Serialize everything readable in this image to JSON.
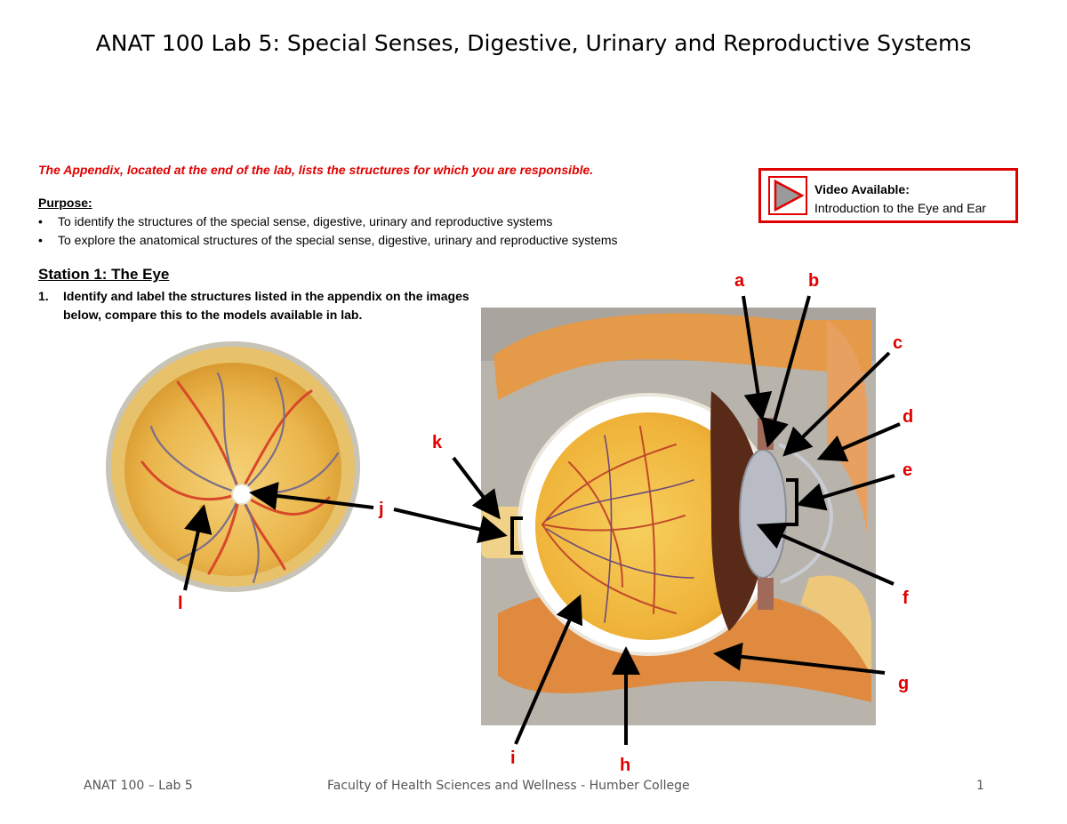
{
  "page": {
    "title": "ANAT 100 Lab 5: Special Senses, Digestive, Urinary and Reproductive Systems",
    "appendix_note": "The Appendix, located at the end of the lab, lists the structures for which you are responsible.",
    "purpose": {
      "heading": "Purpose:",
      "items": [
        "To identify the structures of the special sense, digestive, urinary and reproductive systems",
        "To explore the anatomical structures of the special sense, digestive, urinary and reproductive systems"
      ]
    },
    "video": {
      "heading": "Video Available:",
      "text": "Introduction to the Eye and Ear",
      "icon": "play-icon"
    },
    "station": {
      "title": "Station 1: The Eye",
      "instruction_number": "1.",
      "instruction": "Identify and label the structures listed in the appendix on the images below, compare this to the models available in lab."
    },
    "labels": {
      "a": "a",
      "b": "b",
      "c": "c",
      "d": "d",
      "e": "e",
      "f": "f",
      "g": "g",
      "h": "h",
      "i": "i",
      "j": "j",
      "k": "k",
      "l": "l"
    },
    "footer": {
      "left": "ANAT 100 – Lab 5",
      "center": "Faculty of Health Sciences and Wellness - Humber College",
      "page": "1"
    },
    "colors": {
      "accent_red": "#e00000",
      "retina_yellow": "#f2c44a",
      "choroid_brown": "#5a2a18",
      "vessel_red": "#d8482a"
    }
  }
}
